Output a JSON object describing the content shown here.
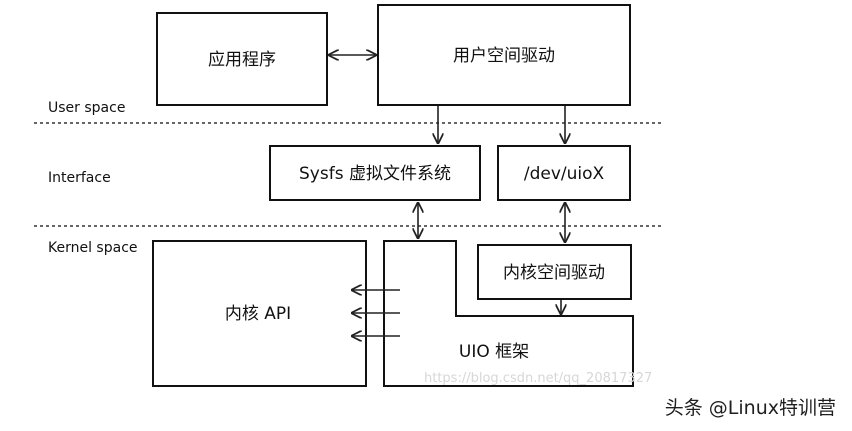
{
  "layers": {
    "user": "User space",
    "interface": "Interface",
    "kernel": "Kernel space"
  },
  "boxes": {
    "app": "应用程序",
    "user_driver": "用户空间驱动",
    "sysfs": "Sysfs 虚拟文件系统",
    "dev_uio": "/dev/uioX",
    "kernel_driver": "内核空间驱动",
    "kernel_api": "内核 API",
    "uio_framework": "UIO 框架"
  },
  "watermark": "https://blog.csdn.net/qq_20817327",
  "brand": "头条 @Linux特训营",
  "colors": {
    "line": "#222222",
    "background": "#ffffff",
    "watermark": "#d7d7d7"
  }
}
